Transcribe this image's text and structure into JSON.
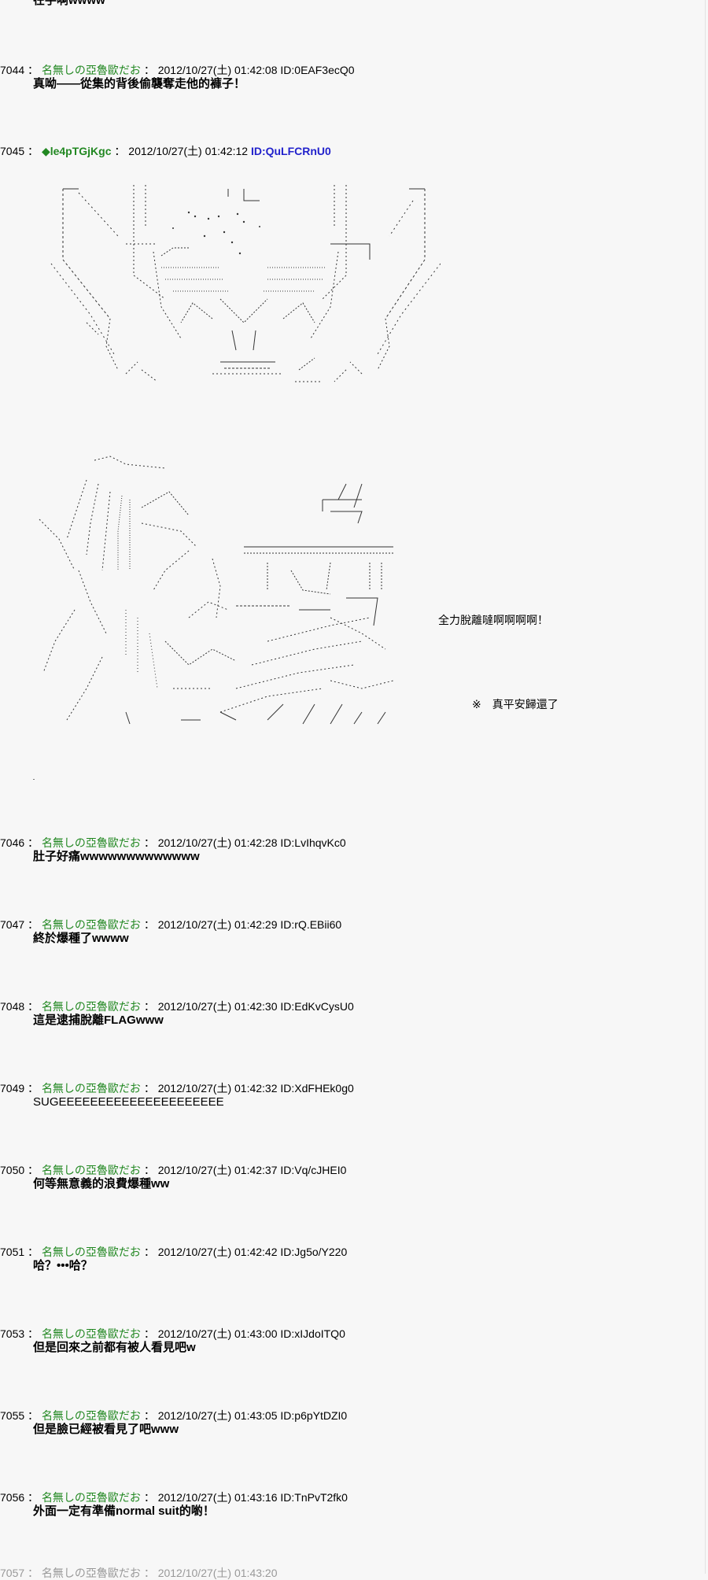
{
  "top_partial": "在手啊wwww",
  "posts": [
    {
      "num": "7044",
      "name": "名無しの亞魯歐だお",
      "datetime": "2012/10/27(土) 01:42:08",
      "id": "ID:0EAF3ecQ0",
      "body": "真呦——從集的背後偷襲奪走他的褲子！"
    },
    {
      "num": "7045",
      "name": "◆le4pTGjKgc",
      "datetime": "2012/10/27(土) 01:42:12",
      "id": "ID:QuLFCRnU0",
      "body": ""
    },
    {
      "num": "7046",
      "name": "名無しの亞魯歐だお",
      "datetime": "2012/10/27(土) 01:42:28",
      "id": "ID:LvIhqvKc0",
      "body": "肚子好痛wwwwwwwwwwwww"
    },
    {
      "num": "7047",
      "name": "名無しの亞魯歐だお",
      "datetime": "2012/10/27(土) 01:42:29",
      "id": "ID:rQ.EBii60",
      "body": "終於爆種了wwww"
    },
    {
      "num": "7048",
      "name": "名無しの亞魯歐だお",
      "datetime": "2012/10/27(土) 01:42:30",
      "id": "ID:EdKvCysU0",
      "body": "這是逮捕脫離FLAGwww"
    },
    {
      "num": "7049",
      "name": "名無しの亞魯歐だお",
      "datetime": "2012/10/27(土) 01:42:32",
      "id": "ID:XdFHEk0g0",
      "body": "SUGEEEEEEEEEEEEEEEEEEEEE"
    },
    {
      "num": "7050",
      "name": "名無しの亞魯歐だお",
      "datetime": "2012/10/27(土) 01:42:37",
      "id": "ID:Vq/cJHEI0",
      "body": "何等無意義的浪費爆種ww"
    },
    {
      "num": "7051",
      "name": "名無しの亞魯歐だお",
      "datetime": "2012/10/27(土) 01:42:42",
      "id": "ID:Jg5o/Y220",
      "body": "哈？•••哈？"
    },
    {
      "num": "7053",
      "name": "名無しの亞魯歐だお",
      "datetime": "2012/10/27(土) 01:43:00",
      "id": "ID:xIJdoITQ0",
      "body": "但是回來之前都有被人看見吧w"
    },
    {
      "num": "7055",
      "name": "名無しの亞魯歐だお",
      "datetime": "2012/10/27(土) 01:43:05",
      "id": "ID:p6pYtDZI0",
      "body": "但是臉已經被看見了吧www"
    },
    {
      "num": "7056",
      "name": "名無しの亞魯歐だお",
      "datetime": "2012/10/27(土) 01:43:16",
      "id": "ID:TnPvT2fk0",
      "body": "外面一定有準備normal suit的喲！"
    }
  ],
  "aa_notes": {
    "shout": "全力脫離噠啊啊啊啊！",
    "note": "※　真平安歸還了"
  },
  "bottom_partial": "7057 ： 名無しの亞魯歐だお ： 2012/10/27(土) 01:43:20"
}
